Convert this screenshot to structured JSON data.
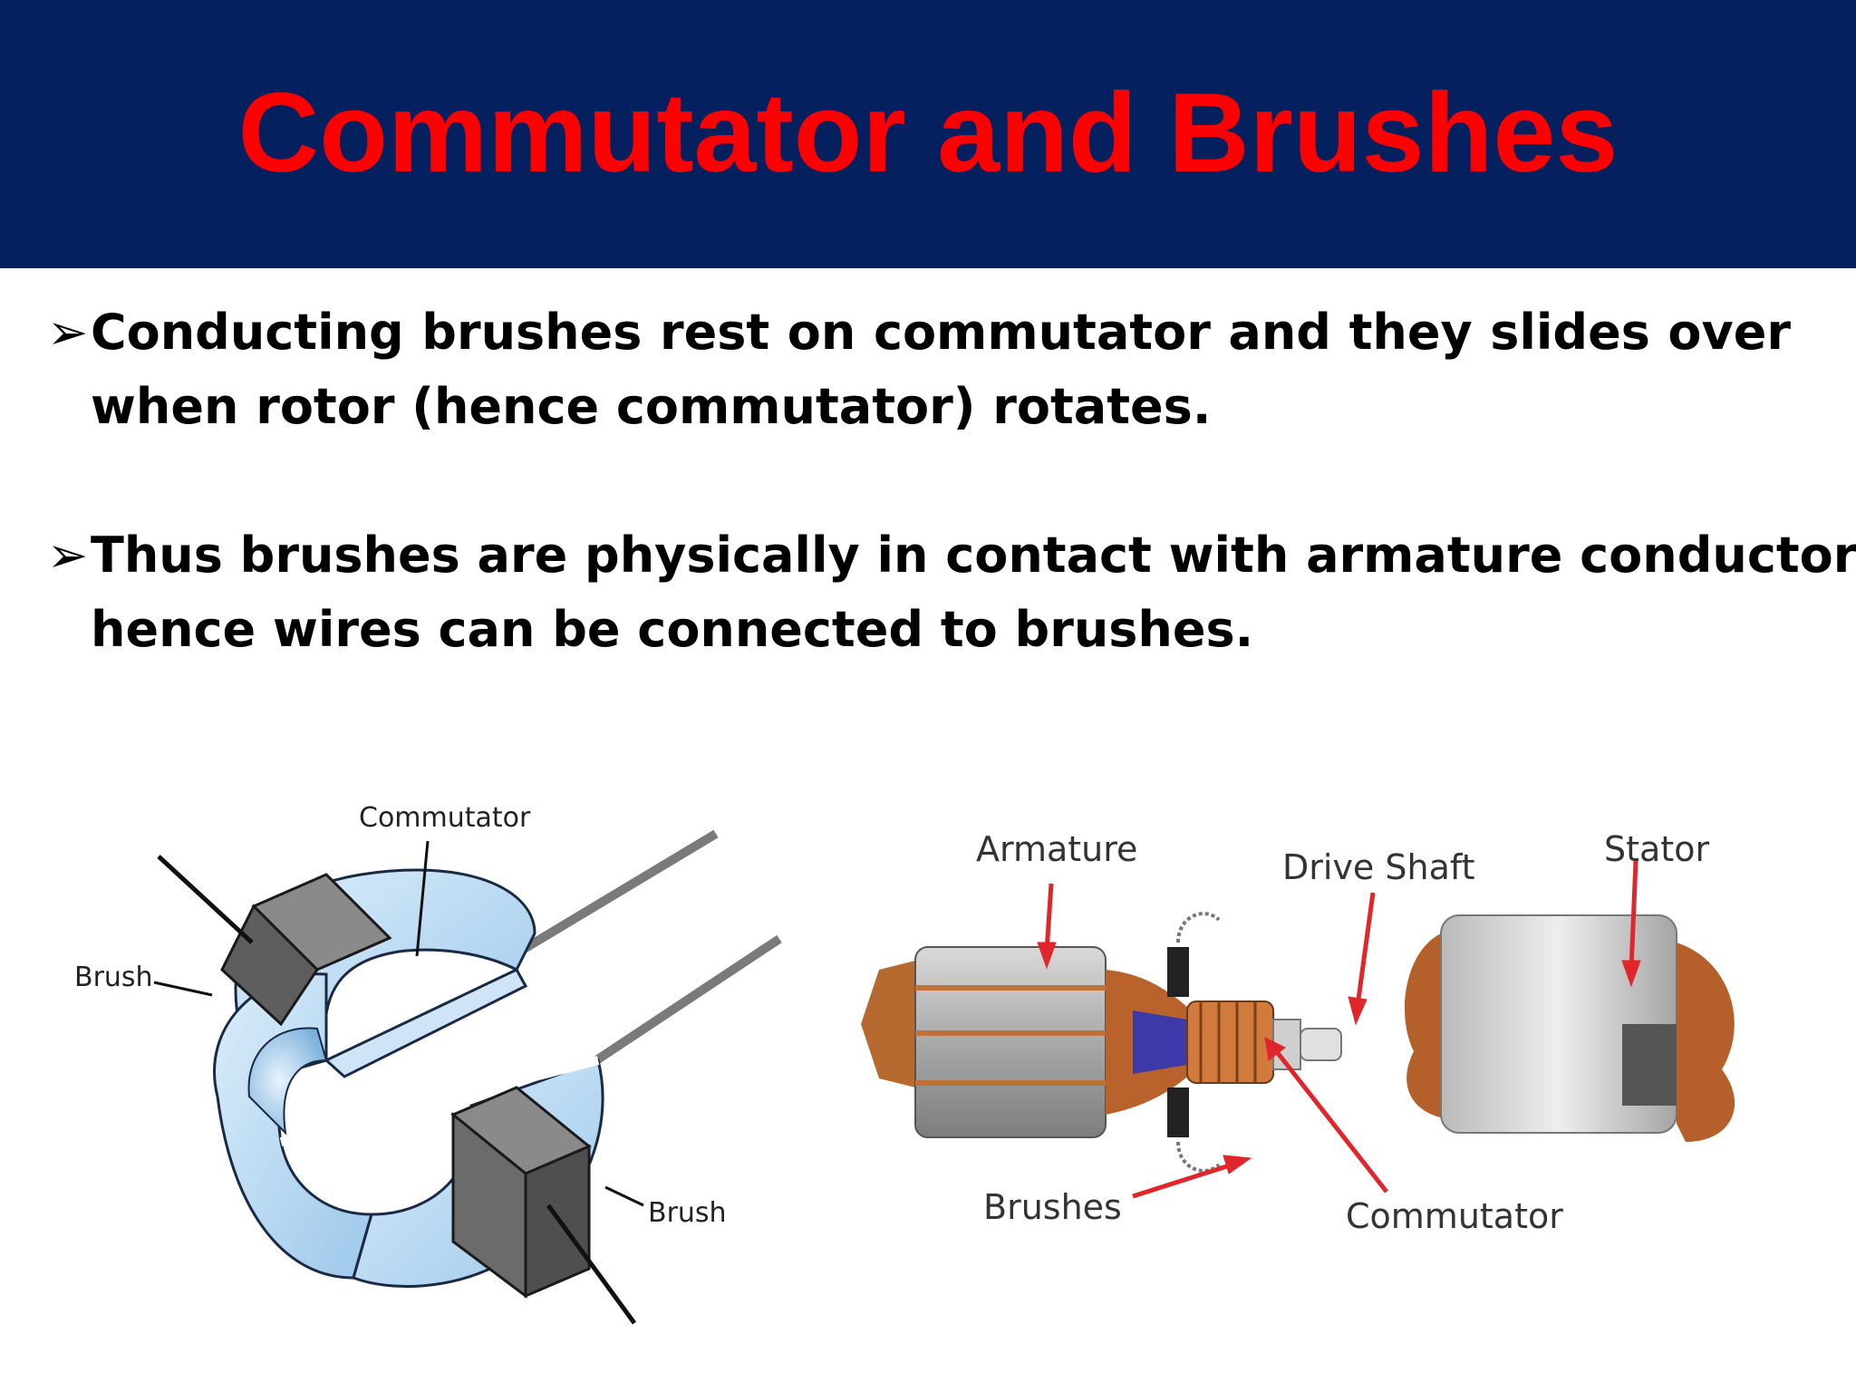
{
  "slide": {
    "title": "Commutator and Brushes",
    "bullets": [
      {
        "marker": "➢",
        "line1": "Conducting brushes rest on commutator and they slides over",
        "line2": "when rotor (hence commutator) rotates."
      },
      {
        "marker": "➢",
        "line1": "Thus brushes are physically in contact with armature conductors",
        "line2": "hence wires can be connected to brushes."
      }
    ]
  },
  "left_diagram": {
    "labels": {
      "commutator": "Commutator",
      "brush_top": "Brush",
      "brush_bottom": "Brush"
    }
  },
  "right_diagram": {
    "labels": {
      "armature": "Armature",
      "drive_shaft": "Drive Shaft",
      "stator": "Stator",
      "brushes": "Brushes",
      "commutator": "Commutator"
    }
  },
  "colors": {
    "title_bar": "#04205f",
    "title_text": "#ff0000",
    "arrow_red": "#e0262a",
    "commutator_blue": "#bcd9f2",
    "brush_gray": "#6b6b6b",
    "copper": "#c8642a"
  }
}
